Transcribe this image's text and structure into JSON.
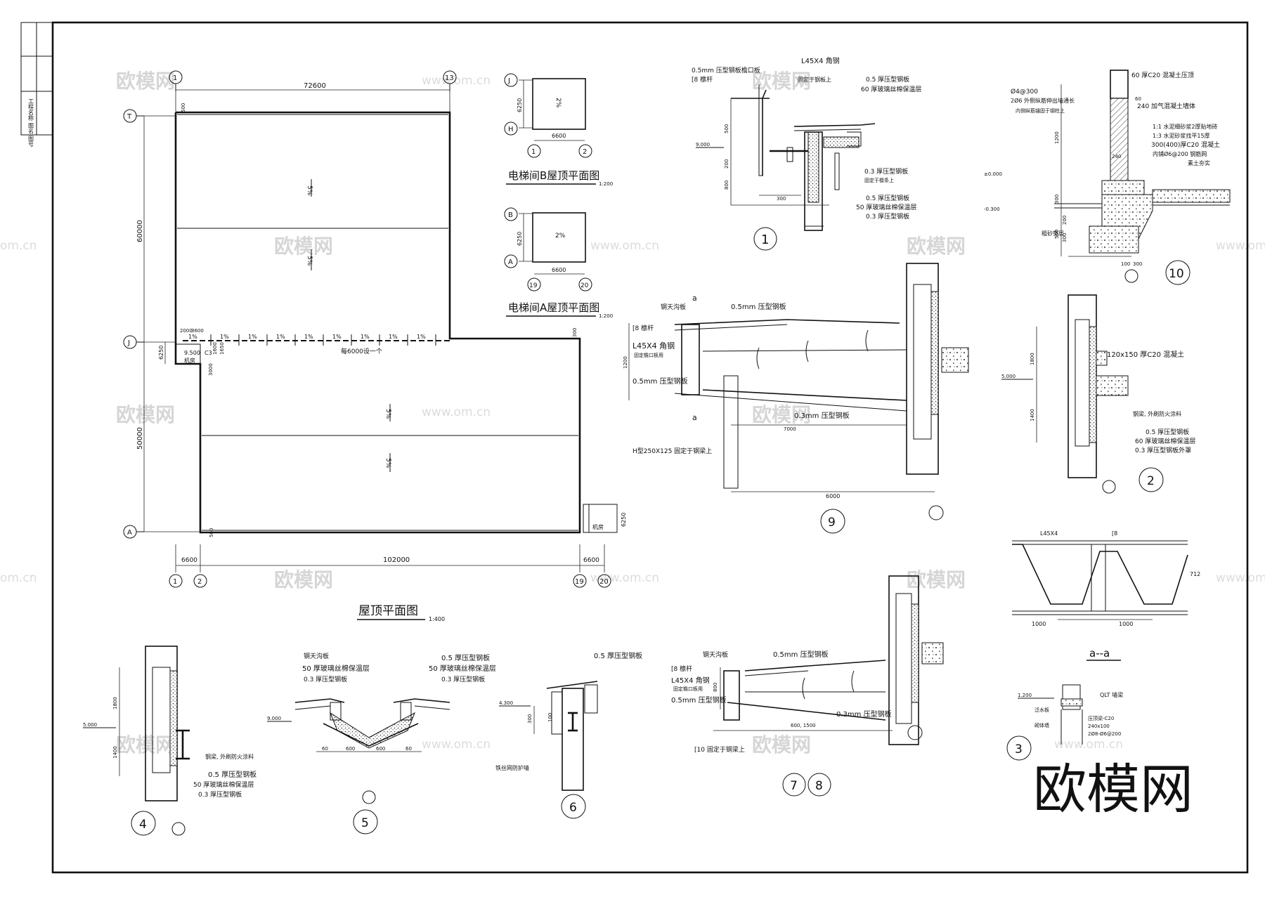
{
  "watermark": {
    "brand": "欧模网",
    "url": "www.om.cn",
    "url_edge": "om.cn"
  },
  "title_block": {
    "vertical_label": "工程名称 图名 图号"
  },
  "roof_plan": {
    "title": "屋顶平面图",
    "scale": "1:400",
    "axes": {
      "a1": "1",
      "a2": "2",
      "a19": "19",
      "a20": "20",
      "a13": "13",
      "aT": "T",
      "aJ": "J",
      "aA": "A"
    },
    "dims": {
      "top": "72600",
      "bottom": "102000",
      "left_upper": "60000",
      "left_lower": "50000",
      "left_bay": "6250",
      "right_bay": "6250",
      "bay_left": "6600",
      "bay_right": "6600",
      "d500": "500",
      "d300": "300",
      "d1650": "1650",
      "d2000": "2000",
      "d3600": "3600",
      "d1600": "1600",
      "d3000": "3000"
    },
    "slope": "5%",
    "gutter_slope": "1%",
    "downpipe_note": "每6000设一个",
    "machine_room": "机房",
    "elev": "9.500",
    "c3": "C3"
  },
  "elevator_b": {
    "title": "电梯间B屋顶平面图",
    "scale": "1:200",
    "slope": "2%",
    "w": "6600",
    "h": "6250",
    "ax_top": "J",
    "ax_bot": "H",
    "ax_l": "1",
    "ax_r": "2"
  },
  "elevator_a": {
    "title": "电梯间A屋顶平面图",
    "scale": "1:200",
    "slope": "2%",
    "w": "6600",
    "h": "6250",
    "ax_top": "B",
    "ax_bot": "A",
    "ax_l": "19",
    "ax_r": "20"
  },
  "detail1": {
    "num": "1",
    "labels": {
      "l45": "L45X4 角钢",
      "p05": "0.5mm 压型钢板檐口板",
      "c8": "[8 檩杆",
      "fix": "固定于钢板上",
      "r05": "0.5 厚压型钢板",
      "r60": "60 厚玻璃丝棉保温层",
      "r03": "0.3 厚压型钢板",
      "fix2": "固定于檩条上",
      "w05": "0.5 厚压型钢板",
      "w50": "50 厚玻璃丝棉保温层",
      "w03": "0.3 厚压型钢板"
    },
    "dims": {
      "d500": "500",
      "d200": "200",
      "d800": "800",
      "d300": "300"
    },
    "elev": "9.000"
  },
  "detail10": {
    "num": "10",
    "labels": {
      "c20": "60 厚C20 混凝土压顶",
      "phi": "Ø4@300",
      "bar": "2Ø6 外侧纵筋伸出墙通长",
      "bar2": "内侧纵筋锚固于钢柱上",
      "aerated": "240 加气混凝土墙体",
      "m1": "1:1 水泥细砂浆2厚贴地砖",
      "m2": "1:3 水泥砂浆找平15厚",
      "m3": "300(400)厚C20 混凝土",
      "m4": "内铺Ø6@200 钢筋网",
      "m5": "素土夯实",
      "sand": "粗砂垫层"
    },
    "dims": {
      "d1200": "1200",
      "d300": "300",
      "d500": "500",
      "d200": "200",
      "d240": "240",
      "d100": "100",
      "d300b": "300"
    },
    "elev_pm": "±0.000",
    "elev_neg": "-0.300",
    "d60": "60"
  },
  "detail9": {
    "num": "9",
    "labels": {
      "gutter": "钢天沟板",
      "c8": "[8 檩杆",
      "l45": "L45X4 角钢",
      "fixeave": "固定檐口板用",
      "p05": "0.5mm 压型钢板",
      "roof05": "0.5mm 压型钢板",
      "p05b": "0.5mm 压型钢板",
      "p03": "0.3mm 压型钢板",
      "beam": "H型250X125 固定于钢梁上",
      "a": "a"
    },
    "dims": {
      "d1200": "1200",
      "d7000": "7000",
      "d6000": "6000"
    }
  },
  "detail2": {
    "num": "2",
    "labels": {
      "c20": "120x150 厚C20 混凝土",
      "fire": "钢梁, 外刷防火涂料",
      "w05": "0.5 厚压型钢板",
      "w60": "60 厚玻璃丝棉保温层",
      "w03": "0.3 厚压型钢板外罩"
    },
    "dims": {
      "d1800": "1800",
      "d1400": "1400"
    },
    "elev": "5.000"
  },
  "section_aa": {
    "title": "a--a",
    "l45": "L45X4",
    "c8": "[8",
    "dim1": "1000",
    "dim2": "1000",
    "h": "712"
  },
  "detail3": {
    "num": "3",
    "labels": {
      "ql": "QLT 墙梁",
      "fs": "泛水板",
      "wall": "砌体墙",
      "note1": "压顶梁-C20",
      "note2": "240x100",
      "note3": "2Ø8-Ø6@200"
    },
    "elev": "1.200"
  },
  "detail78": {
    "num_a": "7",
    "num_b": "8",
    "labels": {
      "gutter": "钢天沟板",
      "c8": "[8 檩杆",
      "l45": "L45X4 角钢",
      "fixeave": "固定檐口板用",
      "p05": "0.5mm 压型钢板",
      "roof05": "0.5mm 压型钢板",
      "p03": "0.3mm 压型钢板",
      "c10": "[10 固定于钢梁上"
    },
    "dims": {
      "d800": "800",
      "d600": "600, 1500"
    }
  },
  "detail4": {
    "num": "4",
    "labels": {
      "fire": "钢梁, 外刷防火涂料",
      "w05": "0.5 厚压型钢板",
      "w50": "50 厚玻璃丝棉保温层",
      "w03": "0.3 厚压型钢板"
    },
    "dims": {
      "d1800": "1800",
      "d1400": "1400"
    },
    "elev": "5.000"
  },
  "detail5": {
    "num": "5",
    "labels": {
      "gutter": "钢天沟板",
      "l50": "50 厚玻璃丝棉保温层",
      "l03": "0.3 厚压型钢板",
      "r05": "0.5 厚压型钢板",
      "r50": "50 厚玻璃丝棉保温层",
      "r03": "0.3 厚压型钢板"
    },
    "dims": {
      "d60a": "60",
      "d600a": "600",
      "d600b": "600",
      "d60b": "60"
    },
    "elev": "9.000"
  },
  "detail6": {
    "num": "6",
    "labels": {
      "p05": "0.5 厚压型钢板",
      "wall": "铁丝网防护墙"
    },
    "dims": {
      "d300": "300",
      "d100": "100"
    },
    "elev": "4.300"
  }
}
